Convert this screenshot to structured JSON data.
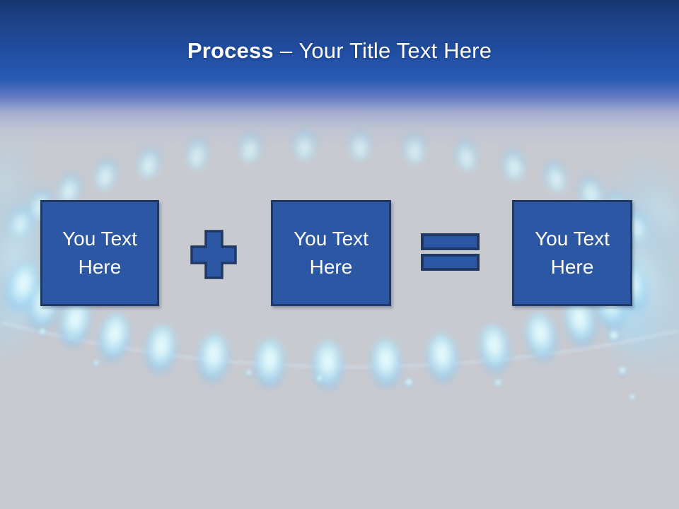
{
  "title": {
    "bold": "Process",
    "separator": "–",
    "rest": "Your Title Text Here"
  },
  "boxes": [
    {
      "label": "You Text Here"
    },
    {
      "label": "You Text Here"
    },
    {
      "label": "You Text Here"
    }
  ],
  "operators": {
    "plus": "+",
    "equals": "="
  },
  "background": {
    "description": "gas stove burner ring with blue flames"
  },
  "colors": {
    "shape_fill": "#2b57a5",
    "shape_border": "#1f3864",
    "header_top": "#16356e",
    "header_mid": "#2a5ab4",
    "canvas_background": "#c8cad0",
    "flame_core": "#f2fdff",
    "flame_blue": "#86c2ec",
    "title_text": "#ffffff"
  }
}
